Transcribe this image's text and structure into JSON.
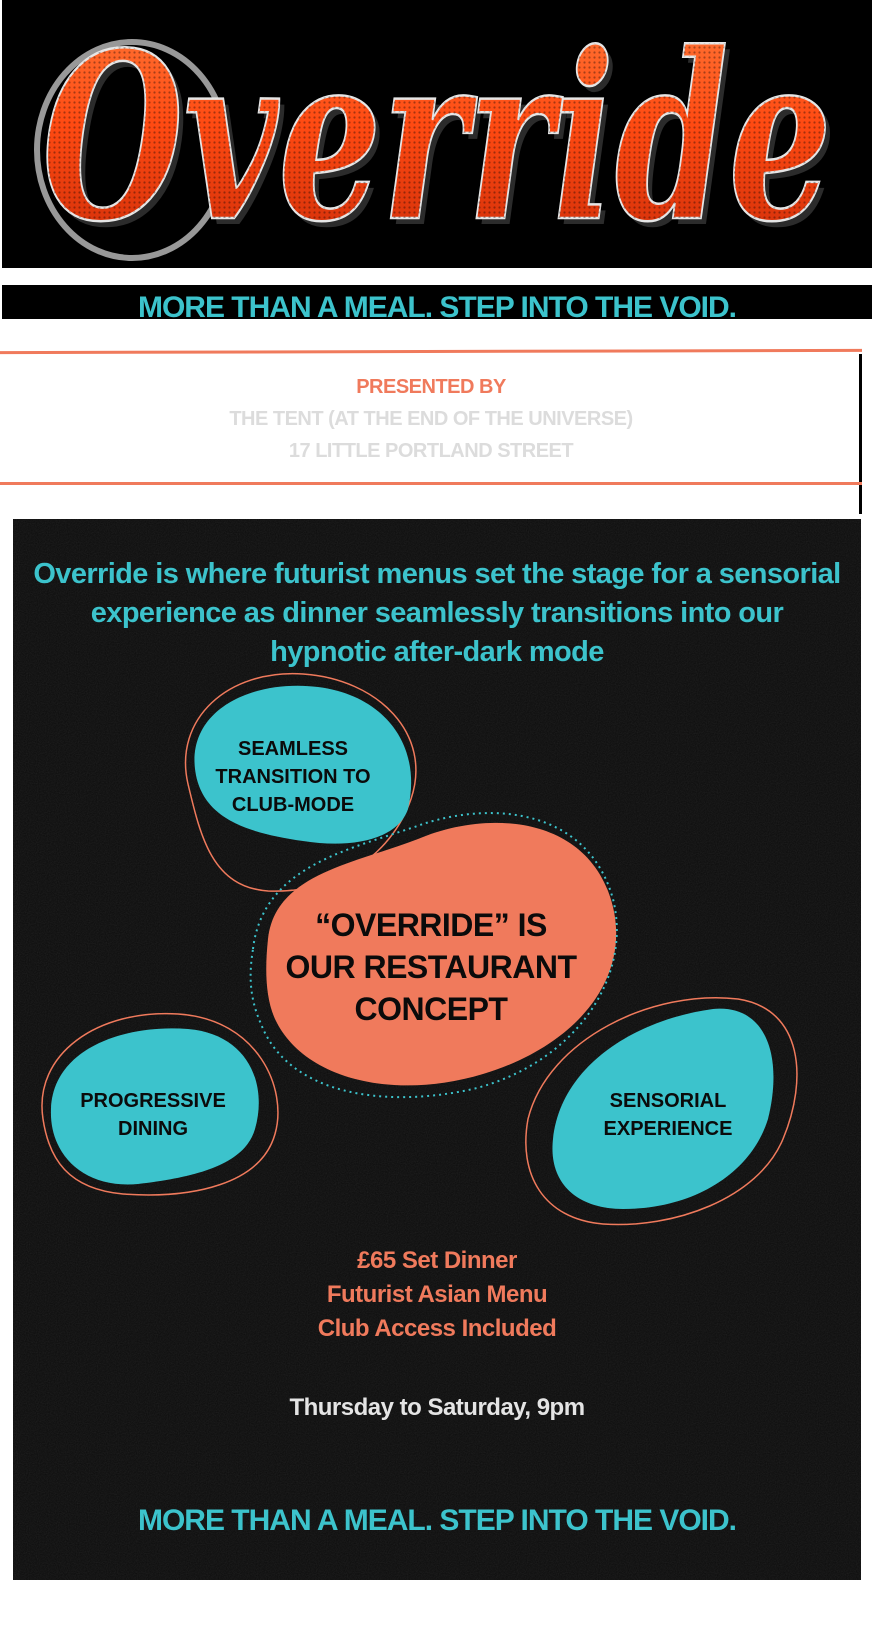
{
  "brand": {
    "logo_text": "Override"
  },
  "colors": {
    "accent_teal": "#3cc3cc",
    "accent_coral": "#f07a5c",
    "logo_orange": "#ff4a12",
    "background": "#0b0b0b"
  },
  "tagline_top": "MORE THAN A MEAL. STEP INTO THE VOID.",
  "presented": {
    "label": "PRESENTED BY",
    "venue": "THE TENT (AT THE END OF THE UNIVERSE)",
    "address": "17 LITTLE PORTLAND STREET"
  },
  "intro": "Override is where futurist menus set the stage for a sensorial experience as dinner seamlessly transitions into our hypnotic after-dark mode",
  "features": {
    "seamless": [
      "SEAMLESS",
      "TRANSITION TO",
      "CLUB-MODE"
    ],
    "concept": [
      "“OVERRIDE” IS",
      "OUR RESTAURANT",
      "CONCEPT"
    ],
    "progressive": [
      "PROGRESSIVE",
      "DINING"
    ],
    "sensorial": [
      "SENSORIAL",
      "EXPERIENCE"
    ]
  },
  "offer": {
    "price": "£65 Set Dinner",
    "menu": "Futurist Asian Menu",
    "club": "Club Access Included"
  },
  "schedule": "Thursday to Saturday, 9pm",
  "tagline_bottom": "MORE THAN A MEAL. STEP INTO THE VOID."
}
